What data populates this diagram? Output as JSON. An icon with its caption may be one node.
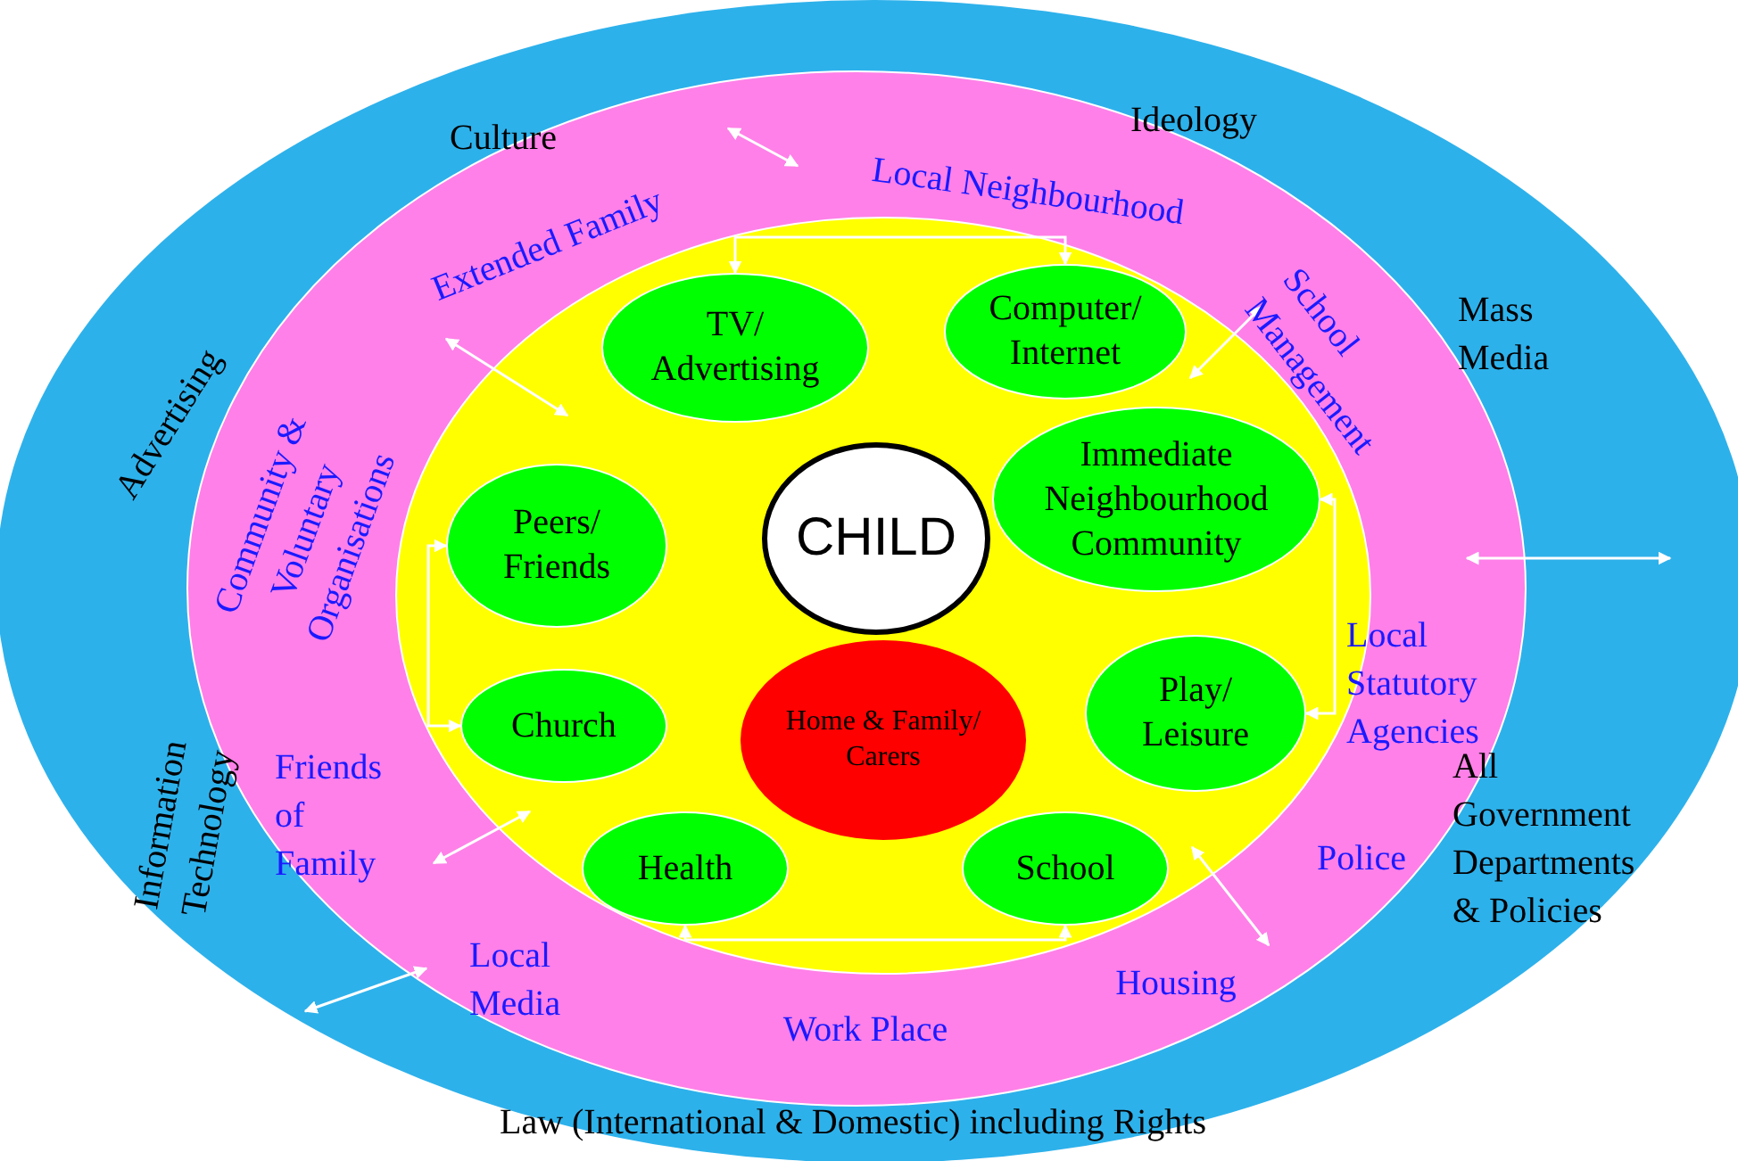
{
  "diagram": {
    "nodes": [
      {
        "text": [
          "TV/ Advertising"
        ]
      },
      {
        "text": [
          "Computer/ Internet"
        ]
      },
      {
        "text": [
          "Immediate Neighbourhood Community"
        ]
      },
      {
        "text": [
          "Peers/ Friends"
        ]
      },
      {
        "text": [
          "CHILD"
        ]
      },
      {
        "text": [
          "Church"
        ]
      },
      {
        "text": [
          "Home & Family/ Carers"
        ]
      },
      {
        "text": [
          "Play/ Leisure"
        ]
      },
      {
        "text": [
          "Health"
        ]
      },
      {
        "text": [
          "School"
        ]
      }
    ],
    "edges": [
      {
        "from": 0,
        "to": 1,
        "arrow": "both"
      },
      {
        "from": 2,
        "to": 7,
        "arrow": "both"
      },
      {
        "from": 3,
        "to": 5,
        "arrow": "both"
      },
      {
        "from": 8,
        "to": 9,
        "arrow": "both"
      }
    ],
    "labels": [
      "Culture",
      "Ideology",
      "Local Neighbourhood",
      "Extended Family",
      "Advertising",
      "School Management",
      "Mass Media",
      "Community & Voluntary Organisations",
      "Local Statutory Agencies",
      "All Government Departments & Policies",
      "Friends of Family",
      "Information Technology",
      "Police",
      "Local Media",
      "Housing",
      "Work Place",
      "Law (International & Domestic) including Rights"
    ]
  }
}
